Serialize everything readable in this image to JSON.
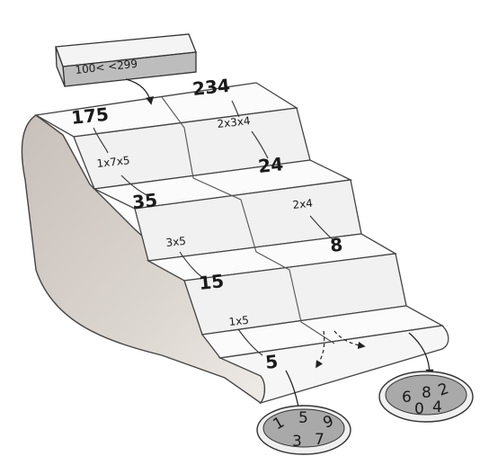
{
  "input_box": {
    "label": "100< <299"
  },
  "left_column": {
    "numbers": [
      "175",
      "35",
      "15",
      "5"
    ],
    "factorizations": [
      "1x7x5",
      "3x5",
      "1x5"
    ]
  },
  "right_column": {
    "numbers": [
      "234",
      "24",
      "8"
    ],
    "factorizations": [
      "2x3x4",
      "2x4"
    ]
  },
  "dish_left": {
    "digits": [
      "1",
      "5",
      "9",
      "3",
      "7"
    ]
  },
  "dish_right": {
    "digits": [
      "6",
      "8",
      "2",
      "0",
      "4"
    ]
  },
  "colors": {
    "shadow_side": "#cfc7c0",
    "dish_fill": "#a9a9a9",
    "step_top": "#fafafa",
    "step_riser": "#f0f0f0"
  }
}
